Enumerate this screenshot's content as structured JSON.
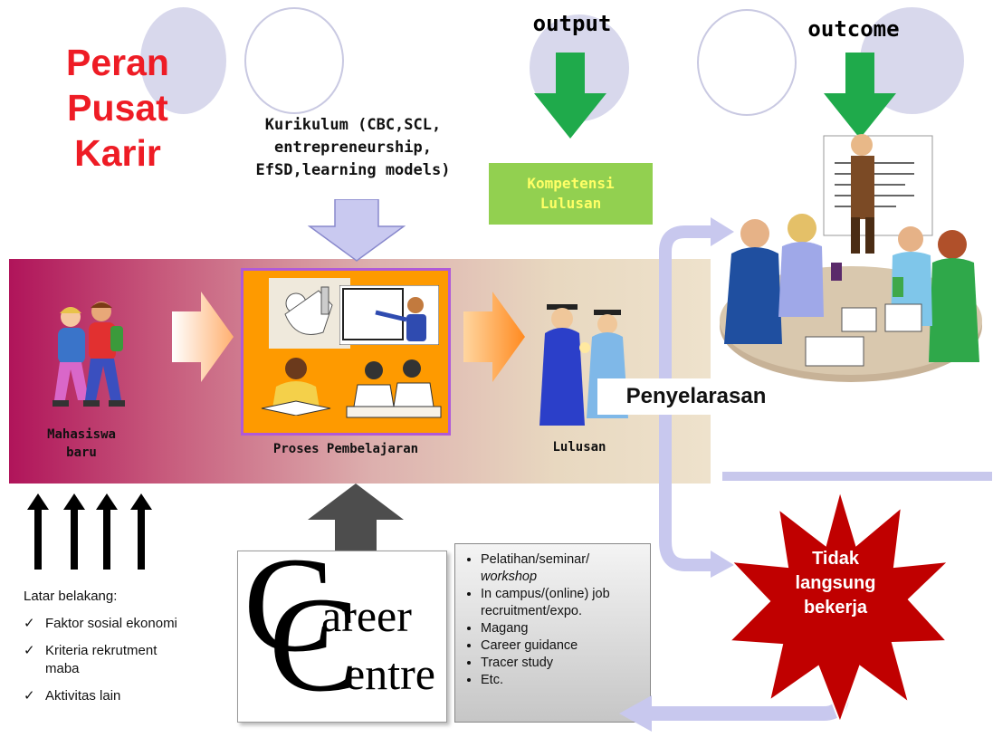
{
  "title": {
    "line1": "Peran",
    "line2": "Pusat",
    "line3": "Karir"
  },
  "kurikulum": {
    "line1": "Kurikulum (CBC,SCL,",
    "line2": "entrepreneurship,",
    "line3": "EfSD,learning models)"
  },
  "output_label": "output",
  "outcome_label": "outcome",
  "kompetensi": {
    "line1": "Kompetensi",
    "line2": "Lulusan"
  },
  "captions": {
    "mahasiswa_line1": "Mahasiswa",
    "mahasiswa_line2": "baru",
    "proses": "Proses Pembelajaran",
    "lulusan": "Lulusan"
  },
  "penyelarasan": "Penyelarasan",
  "latar": {
    "heading": "Latar belakang:",
    "items": [
      "Faktor sosial ekonomi",
      "Kriteria rekrutment maba",
      "Aktivitas lain"
    ]
  },
  "activities": [
    {
      "text": "Pelatihan/seminar/ ",
      "em": "workshop"
    },
    {
      "text": "In campus/(online) job recruitment/expo.",
      "em": ""
    },
    {
      "text": "Magang",
      "em": ""
    },
    {
      "text": "Career guidance",
      "em": ""
    },
    {
      "text": "Tracer study",
      "em": ""
    },
    {
      "text": "Etc.",
      "em": ""
    }
  ],
  "career_centre": {
    "c1": "C",
    "c2": "C",
    "word1": "areer",
    "word2": "entre"
  },
  "burst": {
    "line1": "Tidak",
    "line2": "langsung",
    "line3": "bekerja"
  },
  "checkmark": "✓",
  "colors": {
    "title": "#ee1c25",
    "down_arrow": "#1faa4b",
    "band_start": "#b0145a",
    "proses_fill": "#fe9a00",
    "kompetensi_fill": "#92d050",
    "burst": "#c00000",
    "lavender_arrow": "#c8c8ee"
  }
}
